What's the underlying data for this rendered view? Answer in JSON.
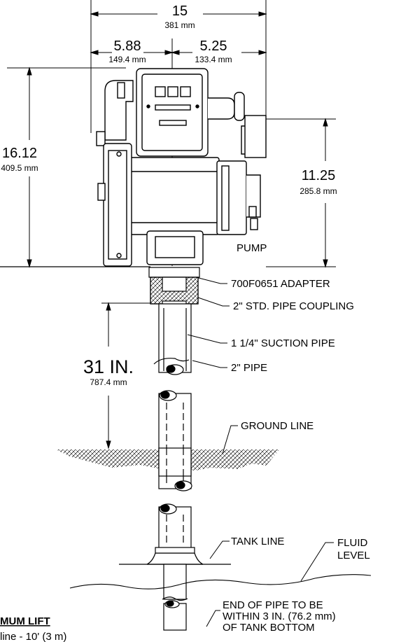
{
  "dimensions": {
    "overall_width": {
      "value": "15",
      "mm": "381 mm"
    },
    "left_offset": {
      "value": "5.88",
      "mm": "149.4 mm"
    },
    "right_offset": {
      "value": "5.25",
      "mm": "133.4 mm"
    },
    "overall_height": {
      "value": "16.12",
      "mm": "409.5 mm"
    },
    "side_height": {
      "value": "11.25",
      "mm": "285.8 mm"
    },
    "pipe_length": {
      "value": "31 IN.",
      "mm": "787.4 mm"
    }
  },
  "callouts": {
    "pump": "PUMP",
    "adapter": "700F0651 ADAPTER",
    "coupling": "2\" STD. PIPE COUPLING",
    "suction_pipe": "1 1/4\" SUCTION PIPE",
    "pipe": "2\" PIPE",
    "ground_line": "GROUND LINE",
    "tank_line": "TANK LINE",
    "fluid_level_1": "FLUID",
    "fluid_level_2": "LEVEL",
    "end_note_1": "END OF PIPE TO BE",
    "end_note_2": "WITHIN 3 IN. (76.2 mm)",
    "end_note_3": "OF TANK BOTTOM"
  },
  "notes": {
    "heading": "MUM LIFT",
    "line1": "line - 10' (3 m)"
  }
}
